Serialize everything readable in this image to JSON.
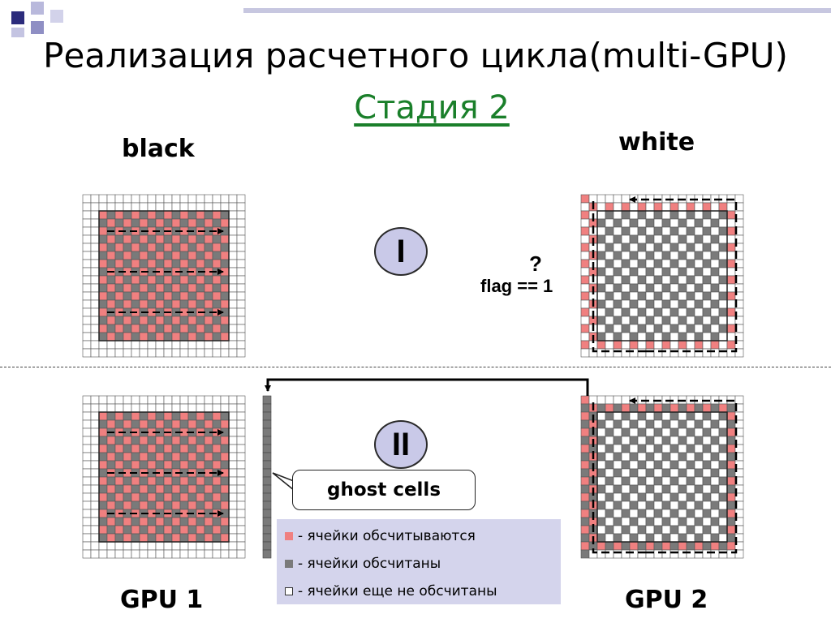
{
  "title": "Реализация расчетного цикла(multi-GPU)",
  "subtitle": "Стадия 2",
  "labels": {
    "black": "black",
    "white": "white",
    "gpu1": "GPU 1",
    "gpu2": "GPU 2"
  },
  "stages": {
    "first": "I",
    "second": "II"
  },
  "flag": {
    "question": "?",
    "condition": "flag == 1"
  },
  "ghost_cells": "ghost cells",
  "legend": [
    {
      "text": "- ячейки обсчитываются",
      "color": "#f08080"
    },
    {
      "text": "- ячейки обсчитаны",
      "color": "#7a7a7a"
    },
    {
      "text": "- ячейки еще не обсчитаны",
      "color": "#ffffff"
    }
  ],
  "colors": {
    "computing": "#f08080",
    "computed": "#7a7a7a",
    "not_computed": "#ffffff",
    "accent_green": "#1a7f2a",
    "stage_fill": "#c9c9e8",
    "legend_bg": "#d4d4ec",
    "deco_blue": "#3a3a8c"
  }
}
